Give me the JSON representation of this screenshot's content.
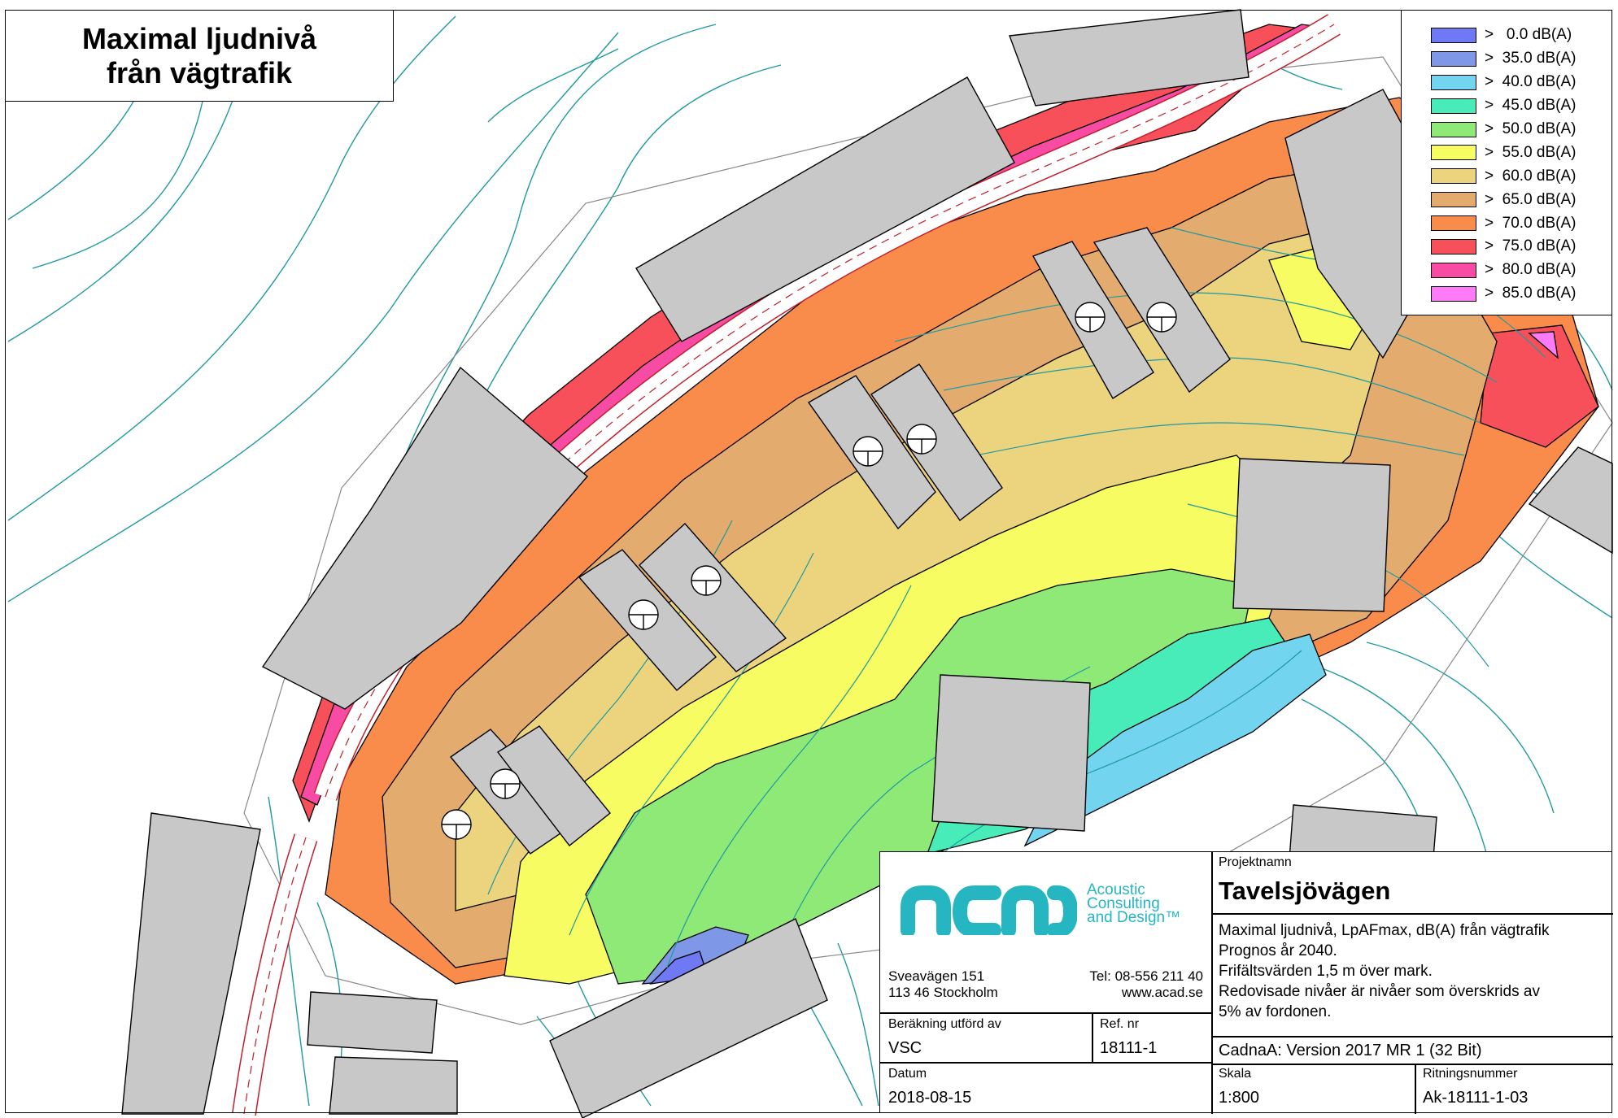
{
  "title": {
    "line1": "Maximal ljudnivå",
    "line2": "från vägtrafik"
  },
  "legend": {
    "items": [
      {
        "label": ">   0.0 dB(A)",
        "color": "#6f79f4"
      },
      {
        "label": ">  35.0 dB(A)",
        "color": "#7e97e6"
      },
      {
        "label": ">  40.0 dB(A)",
        "color": "#72d4ee"
      },
      {
        "label": ">  45.0 dB(A)",
        "color": "#48ecb8"
      },
      {
        "label": ">  50.0 dB(A)",
        "color": "#8ee977"
      },
      {
        "label": ">  55.0 dB(A)",
        "color": "#f7fc63"
      },
      {
        "label": ">  60.0 dB(A)",
        "color": "#ecd37d"
      },
      {
        "label": ">  65.0 dB(A)",
        "color": "#e3ab6d"
      },
      {
        "label": ">  70.0 dB(A)",
        "color": "#fa8c4b"
      },
      {
        "label": ">  75.0 dB(A)",
        "color": "#f7505a"
      },
      {
        "label": ">  80.0 dB(A)",
        "color": "#f84ca4"
      },
      {
        "label": ">  85.0 dB(A)",
        "color": "#fe7bf7"
      }
    ]
  },
  "titleblock": {
    "company_name_line1": "Acoustic",
    "company_name_line2": "Consulting",
    "company_name_line3": "and Design™",
    "address_line1": "Sveavägen 151",
    "address_line2": "113 46 Stockholm",
    "phone": "Tel: 08-556 211 40",
    "web": "www.acad.se",
    "project_label": "Projektnamn",
    "project_name": "Tavelsjövägen",
    "description": [
      "Maximal ljudnivå, LpAFmax, dB(A) från vägtrafik",
      "Prognos år 2040.",
      "Frifältsvärden 1,5 m över mark.",
      "Redovisade nivåer är nivåer som överskrids av",
      "5% av fordonen."
    ],
    "calc_label": "Beräkning utförd av",
    "calc_value": "VSC",
    "ref_label": "Ref. nr",
    "ref_value": "18111-1",
    "software": "CadnaA: Version 2017 MR 1 (32 Bit)",
    "date_label": "Datum",
    "date_value": "2018-08-15",
    "scale_label": "Skala",
    "scale_value": "1:800",
    "drawing_label": "Ritningsnummer",
    "drawing_value": "Ak-18111-1-03"
  },
  "colors": {
    "building": "#c8c8c8",
    "contour": "#1f9aa0",
    "road_edge": "#c0202c",
    "logo": "#26b6c2"
  }
}
